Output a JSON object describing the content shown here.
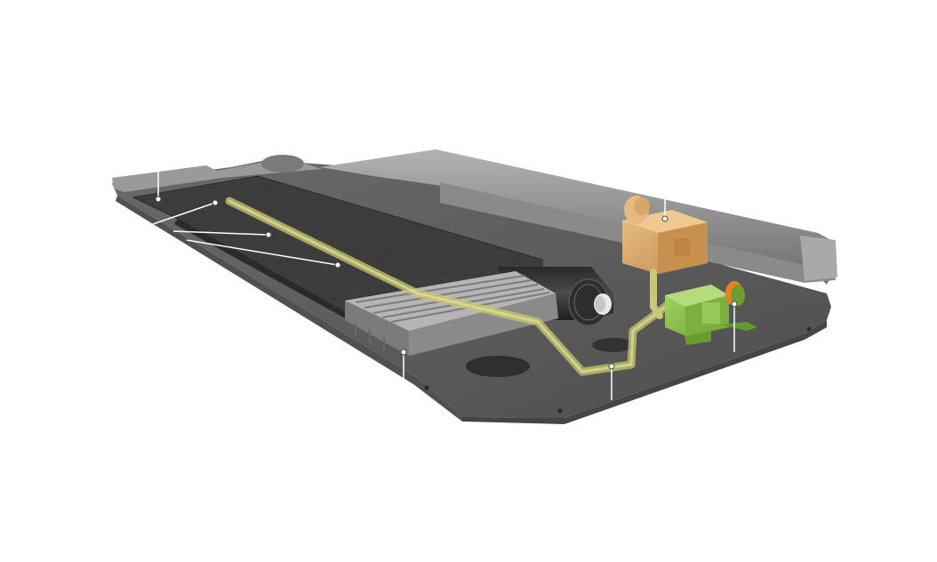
{
  "diagram": {
    "components": [
      {
        "id": "tray",
        "label": ""
      },
      {
        "id": "heat-exchanger-plate",
        "label": ""
      },
      {
        "id": "heat-pipe",
        "label": ""
      },
      {
        "id": "end-block",
        "label": ""
      },
      {
        "id": "roller",
        "label": ""
      },
      {
        "id": "tank",
        "label": ""
      },
      {
        "id": "pump",
        "label": ""
      }
    ],
    "callouts": [
      {
        "target": "tray",
        "label": ""
      },
      {
        "target": "heat-exchanger-plate",
        "label": ""
      },
      {
        "target": "heat-exchanger-plate-mid",
        "label": ""
      },
      {
        "target": "heat-exchanger-plate-front",
        "label": ""
      },
      {
        "target": "end-block",
        "label": ""
      },
      {
        "target": "heat-pipe",
        "label": ""
      },
      {
        "target": "tank",
        "label": ""
      },
      {
        "target": "pump",
        "label": ""
      }
    ],
    "colors": {
      "tray": "#5f5f5f",
      "tray_rim": "#8e8e8e",
      "plate": "#3b3b3b",
      "block": "#9a9a9a",
      "pipe": "#c9c872",
      "tank": "#d9a865",
      "pump": "#8cc24a",
      "pump_ring": "#ef7d25",
      "callout_line": "#ffffff"
    }
  }
}
